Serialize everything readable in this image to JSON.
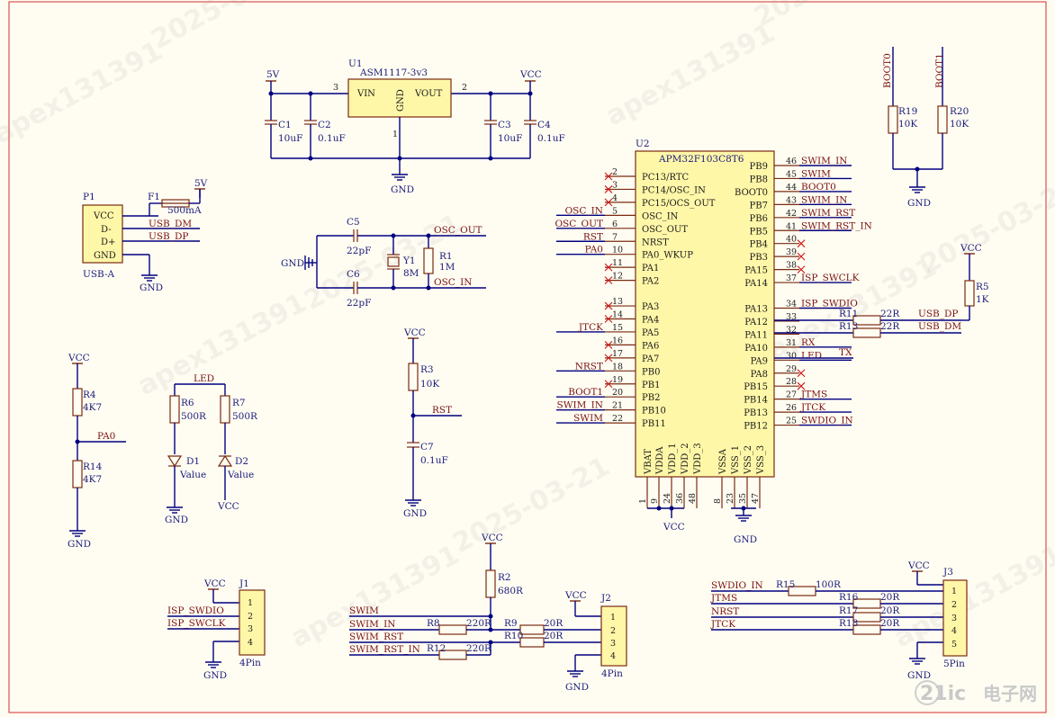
{
  "watermark": {
    "text": "apex131391",
    "date": "2025-03-21",
    "logo": "21ic",
    "logo_cn": "电子网"
  },
  "regulator": {
    "designator": "U1",
    "part": "ASM1117-3v3",
    "pin_vin": "VIN",
    "pin_vout": "VOUT",
    "pin_gnd": "GND",
    "pin_num_in": "3",
    "pin_num_out": "2",
    "pin_num_gnd": "1",
    "in_power": "5V",
    "out_power": "VCC",
    "gnd": "GND",
    "caps": [
      {
        "ref": "C1",
        "value": "10uF"
      },
      {
        "ref": "C2",
        "value": "0.1uF"
      },
      {
        "ref": "C3",
        "value": "10uF"
      },
      {
        "ref": "C4",
        "value": "0.1uF"
      }
    ]
  },
  "usb": {
    "designator": "P1",
    "part": "USB-A",
    "pins": [
      "VCC",
      "D-",
      "D+",
      "GND"
    ],
    "fuse_ref": "F1",
    "fuse_value": "500mA",
    "power": "5V",
    "nets": [
      "USB_DM",
      "USB_DP"
    ],
    "gnd": "GND"
  },
  "crystal": {
    "gnd": "GND",
    "caps": [
      {
        "ref": "C5",
        "value": "22pF"
      },
      {
        "ref": "C6",
        "value": "22pF"
      }
    ],
    "xtal_ref": "Y1",
    "xtal_value": "8M",
    "res_ref": "R1",
    "res_value": "1M",
    "net_out": "OSC_OUT",
    "net_in": "OSC_IN"
  },
  "reset": {
    "power": "VCC",
    "res_ref": "R3",
    "res_value": "10K",
    "net": "RST",
    "cap_ref": "C7",
    "cap_value": "0.1uF",
    "gnd": "GND"
  },
  "pa0_divider": {
    "power": "VCC",
    "r_top_ref": "R4",
    "r_top_value": "4K7",
    "net": "PA0",
    "r_bot_ref": "R14",
    "r_bot_value": "4K7",
    "gnd": "GND"
  },
  "leds": {
    "net": "LED",
    "r6_ref": "R6",
    "r6_value": "500R",
    "r7_ref": "R7",
    "r7_value": "500R",
    "d1_ref": "D1",
    "d1_value": "Value",
    "d2_ref": "D2",
    "d2_value": "Value",
    "gnd": "GND",
    "power": "VCC"
  },
  "boot": {
    "nets": [
      "BOOT0",
      "BOOT1"
    ],
    "r19_ref": "R19",
    "r19_value": "10K",
    "r20_ref": "R20",
    "r20_value": "10K",
    "gnd": "GND"
  },
  "usb_pullup": {
    "power": "VCC",
    "r5_ref": "R5",
    "r5_value": "1K",
    "r11_ref": "R11",
    "r11_value": "22R",
    "r13_ref": "R13",
    "r13_value": "22R",
    "net_dp": "USB_DP",
    "net_dm": "USB_DM",
    "tx": "TX"
  },
  "mcu": {
    "designator": "U2",
    "part": "APM32F103C8T6",
    "left_pins": [
      {
        "num": "2",
        "name": "PC13/RTC",
        "net": "",
        "nc": true
      },
      {
        "num": "3",
        "name": "PC14/OSC_IN",
        "net": "",
        "nc": true
      },
      {
        "num": "4",
        "name": "PC15/OCS_OUT",
        "net": "",
        "nc": true
      },
      {
        "num": "5",
        "name": "OSC_IN",
        "net": "OSC_IN",
        "nc": false
      },
      {
        "num": "6",
        "name": "OSC_OUT",
        "net": "OSC_OUT",
        "nc": false
      },
      {
        "num": "7",
        "name": "NRST",
        "net": "RST",
        "nc": false
      },
      {
        "num": "10",
        "name": "PA0_WKUP",
        "net": "PA0",
        "nc": false
      },
      {
        "num": "11",
        "name": "PA1",
        "net": "",
        "nc": true
      },
      {
        "num": "12",
        "name": "PA2",
        "net": "",
        "nc": true
      },
      {
        "num": "13",
        "name": "PA3",
        "net": "",
        "nc": true
      },
      {
        "num": "14",
        "name": "PA4",
        "net": "",
        "nc": true
      },
      {
        "num": "15",
        "name": "PA5",
        "net": "JTCK",
        "nc": false
      },
      {
        "num": "16",
        "name": "PA6",
        "net": "",
        "nc": true
      },
      {
        "num": "17",
        "name": "PA7",
        "net": "",
        "nc": true
      },
      {
        "num": "18",
        "name": "PB0",
        "net": "NRST",
        "nc": false
      },
      {
        "num": "19",
        "name": "PB1",
        "net": "",
        "nc": true
      },
      {
        "num": "20",
        "name": "PB2",
        "net": "BOOT1",
        "nc": false
      },
      {
        "num": "21",
        "name": "PB10",
        "net": "SWIM_IN",
        "nc": false
      },
      {
        "num": "22",
        "name": "PB11",
        "net": "SWIM",
        "nc": false
      }
    ],
    "right_pins": [
      {
        "num": "46",
        "name": "PB9",
        "net": "SWIM_IN",
        "nc": false
      },
      {
        "num": "45",
        "name": "PB8",
        "net": "SWIM",
        "nc": false
      },
      {
        "num": "44",
        "name": "BOOT0",
        "net": "BOOT0",
        "nc": false
      },
      {
        "num": "43",
        "name": "PB7",
        "net": "SWIM_IN",
        "nc": false
      },
      {
        "num": "42",
        "name": "PB6",
        "net": "SWIM_RST",
        "nc": false
      },
      {
        "num": "41",
        "name": "PB5",
        "net": "SWIM_RST_IN",
        "nc": false
      },
      {
        "num": "40",
        "name": "PB4",
        "net": "",
        "nc": true
      },
      {
        "num": "39",
        "name": "PB3",
        "net": "",
        "nc": true
      },
      {
        "num": "38",
        "name": "PA15",
        "net": "",
        "nc": true
      },
      {
        "num": "37",
        "name": "PA14",
        "net": "ISP_SWCLK",
        "nc": false
      },
      {
        "num": "34",
        "name": "PA13",
        "net": "ISP_SWDIO",
        "nc": false
      },
      {
        "num": "33",
        "name": "PA12",
        "net": "",
        "nc": false
      },
      {
        "num": "32",
        "name": "PA11",
        "net": "",
        "nc": false
      },
      {
        "num": "31",
        "name": "PA10",
        "net": "RX",
        "nc": false
      },
      {
        "num": "30",
        "name": "PA9",
        "net": "LED",
        "nc": false
      },
      {
        "num": "29",
        "name": "PA8",
        "net": "",
        "nc": true
      },
      {
        "num": "28",
        "name": "PB15",
        "net": "",
        "nc": true
      },
      {
        "num": "27",
        "name": "PB14",
        "net": "JTMS",
        "nc": false
      },
      {
        "num": "26",
        "name": "PB13",
        "net": "JTCK",
        "nc": false
      },
      {
        "num": "25",
        "name": "PB12",
        "net": "SWDIO_IN",
        "nc": false
      }
    ],
    "bottom_pins": [
      {
        "num": "1",
        "name": "VBAT"
      },
      {
        "num": "9",
        "name": "VDDA"
      },
      {
        "num": "24",
        "name": "VDD_1"
      },
      {
        "num": "36",
        "name": "VDD_2"
      },
      {
        "num": "48",
        "name": "VDD_3"
      },
      {
        "num": "8",
        "name": "VSSA"
      },
      {
        "num": "23",
        "name": "VSS_1"
      },
      {
        "num": "35",
        "name": "VSS_2"
      },
      {
        "num": "47",
        "name": "VSS_3"
      }
    ],
    "vcc": "VCC",
    "gnd": "GND"
  },
  "j1": {
    "designator": "J1",
    "part": "4Pin",
    "power": "VCC",
    "nets": [
      "ISP_SWDIO",
      "ISP_SWCLK"
    ],
    "pin_nums": [
      "1",
      "2",
      "3",
      "4"
    ],
    "gnd": "GND"
  },
  "swim": {
    "power": "VCC",
    "r2_ref": "R2",
    "r2_value": "680R",
    "nets": [
      "SWIM",
      "SWIM_IN",
      "SWIM_RST",
      "SWIM_RST_IN"
    ],
    "r8_ref": "R8",
    "r8_value": "220R",
    "r12_ref": "R12",
    "r12_value": "220R",
    "r9_ref": "R9",
    "r9_value": "20R",
    "r10_ref": "R10",
    "r10_value": "20R"
  },
  "j2": {
    "designator": "J2",
    "part": "4Pin",
    "power": "VCC",
    "pin_nums": [
      "1",
      "2",
      "3",
      "4"
    ],
    "gnd": "GND"
  },
  "j3": {
    "designator": "J3",
    "part": "5Pin",
    "power": "VCC",
    "nets": [
      "SWDIO_IN",
      "JTMS",
      "NRST",
      "JTCK"
    ],
    "r15_ref": "R15",
    "r15_value": "100R",
    "r16_ref": "R16",
    "r16_value": "20R",
    "r17_ref": "R17",
    "r17_value": "20R",
    "r18_ref": "R18",
    "r18_value": "20R",
    "pin_nums": [
      "1",
      "2",
      "3",
      "4",
      "5"
    ],
    "gnd": "GND"
  }
}
